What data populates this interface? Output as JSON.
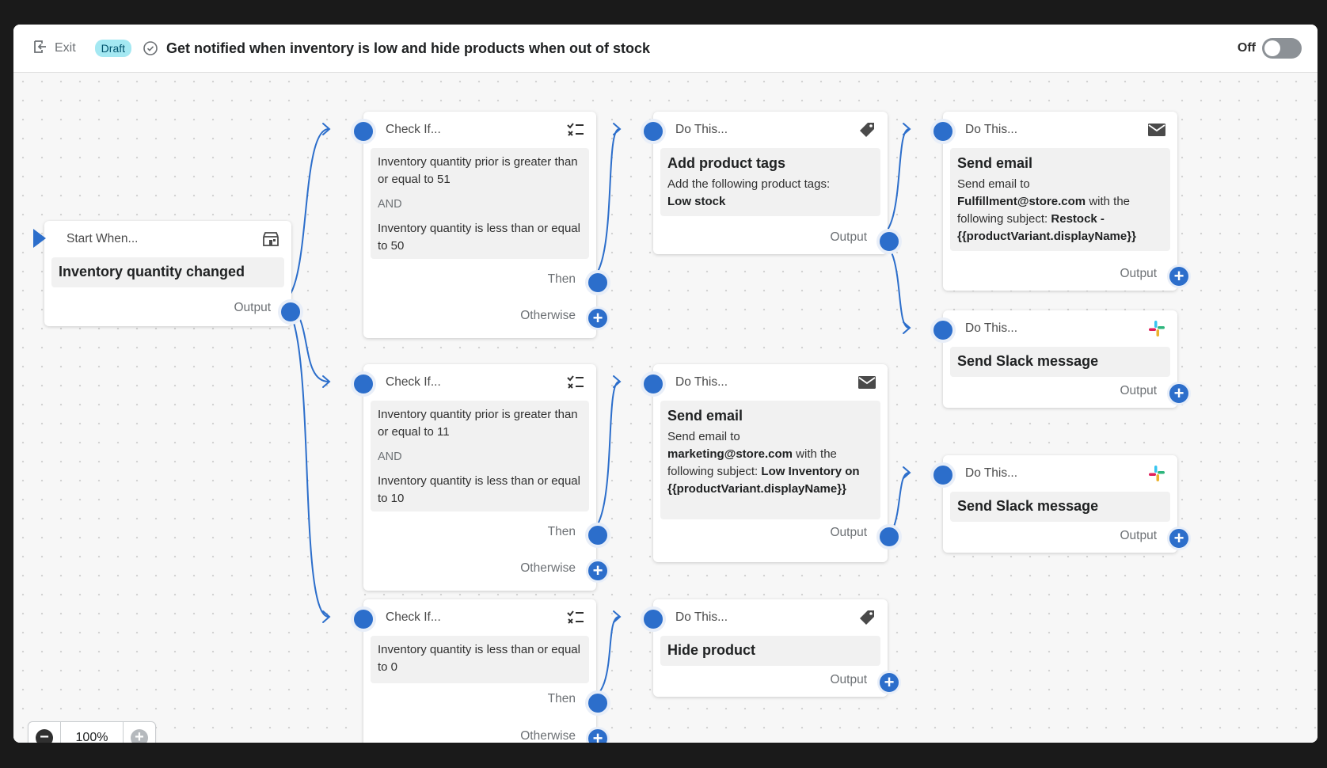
{
  "header": {
    "exit_label": "Exit",
    "status_badge": "Draft",
    "title": "Get notified when inventory is low and hide products when out of stock",
    "toggle_label": "Off",
    "toggle_state": "off"
  },
  "colors": {
    "accent": "#2c6ecb",
    "badge_bg": "#a4e8f2",
    "canvas_bg": "#f7f7f7"
  },
  "start": {
    "header": "Start When...",
    "icon": "store-icon",
    "trigger": "Inventory quantity changed",
    "output_label": "Output"
  },
  "conditions": [
    {
      "header": "Check If...",
      "icon": "condition-list-icon",
      "cond1": "Inventory quantity prior is greater than or equal to 51",
      "and_label": "AND",
      "cond2": "Inventory quantity is less than or equal to 50",
      "then_label": "Then",
      "otherwise_label": "Otherwise"
    },
    {
      "header": "Check If...",
      "icon": "condition-list-icon",
      "cond1": "Inventory quantity prior is greater than or equal to 11",
      "and_label": "AND",
      "cond2": "Inventory quantity is less than or equal to 10",
      "then_label": "Then",
      "otherwise_label": "Otherwise"
    },
    {
      "header": "Check If...",
      "icon": "condition-list-icon",
      "cond1": "Inventory quantity is less than or equal to 0",
      "then_label": "Then",
      "otherwise_label": "Otherwise"
    }
  ],
  "actions": {
    "add_tags": {
      "header": "Do This...",
      "icon": "tag-icon",
      "title": "Add product tags",
      "desc": "Add the following product tags:",
      "tag": "Low stock",
      "output_label": "Output"
    },
    "email_marketing": {
      "header": "Do This...",
      "icon": "mail-icon",
      "title": "Send email",
      "line1": "Send email to",
      "to": "marketing@store.com",
      "mid": " with the following subject: ",
      "subject": "Low Inventory on {{productVariant.displayName}}",
      "output_label": "Output"
    },
    "hide_product": {
      "header": "Do This...",
      "icon": "tag-icon",
      "title": "Hide product",
      "output_label": "Output"
    },
    "email_fulfillment": {
      "header": "Do This...",
      "icon": "mail-icon",
      "title": "Send email",
      "line1": "Send email to",
      "to": "Fulfillment@store.com",
      "mid": " with the following subject: ",
      "subject": "Restock - {{productVariant.displayName}}",
      "output_label": "Output"
    },
    "slack_1": {
      "header": "Do This...",
      "icon": "slack-icon",
      "title": "Send Slack message",
      "output_label": "Output"
    },
    "slack_2": {
      "header": "Do This...",
      "icon": "slack-icon",
      "title": "Send Slack message",
      "output_label": "Output"
    }
  },
  "zoom": {
    "value": "100%"
  }
}
